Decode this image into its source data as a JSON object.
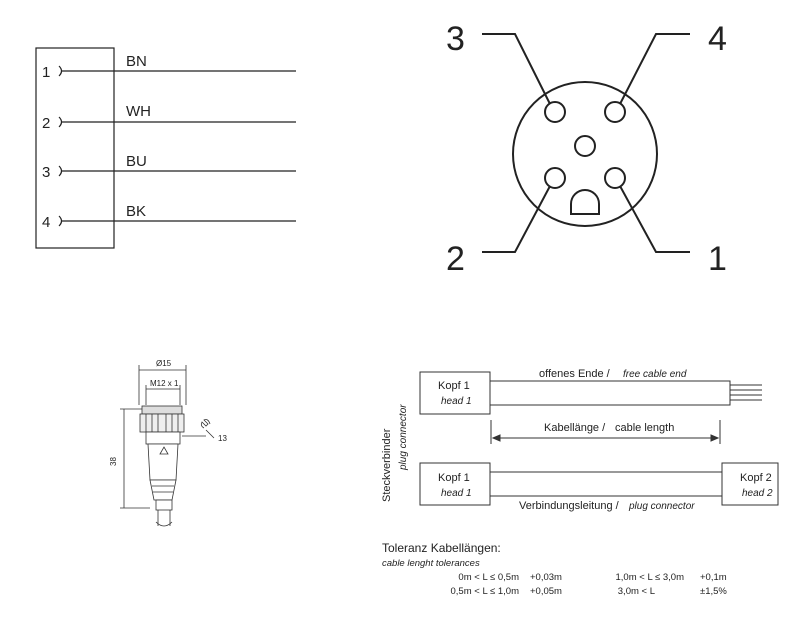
{
  "wiring": {
    "pins": [
      {
        "num": "1",
        "color": "BN"
      },
      {
        "num": "2",
        "color": "WH"
      },
      {
        "num": "3",
        "color": "BU"
      },
      {
        "num": "4",
        "color": "BK"
      }
    ]
  },
  "pinout": {
    "labels": {
      "top_left": "3",
      "top_right": "4",
      "bottom_left": "2",
      "bottom_right": "1"
    }
  },
  "drawing": {
    "dia": "Ø15",
    "thread": "M12 x 1",
    "length": "38",
    "wrench": "13"
  },
  "cable": {
    "side_label_de": "Steckverbinder",
    "side_label_en": "plug connector",
    "head1_de": "Kopf 1",
    "head1_en": "head 1",
    "head2_de": "Kopf 2",
    "head2_en": "head 2",
    "free_end_de": "offenes Ende /",
    "free_end_en": "free cable end",
    "length_de": "Kabellänge /",
    "length_en": "cable length",
    "plug_de": "Verbindungsleitung /",
    "plug_en": "plug connector"
  },
  "tolerances": {
    "title_de": "Toleranz Kabellängen:",
    "title_en": "cable lenght tolerances",
    "rows": [
      {
        "r1": "0m < L ≤ 0,5m",
        "v1": "+0,03m",
        "r2": "1,0m < L ≤ 3,0m",
        "v2": "+0,1m"
      },
      {
        "r1": "0,5m < L ≤ 1,0m",
        "v1": "+0,05m",
        "r2": "3,0m < L",
        "v2": "±1,5%"
      }
    ]
  }
}
